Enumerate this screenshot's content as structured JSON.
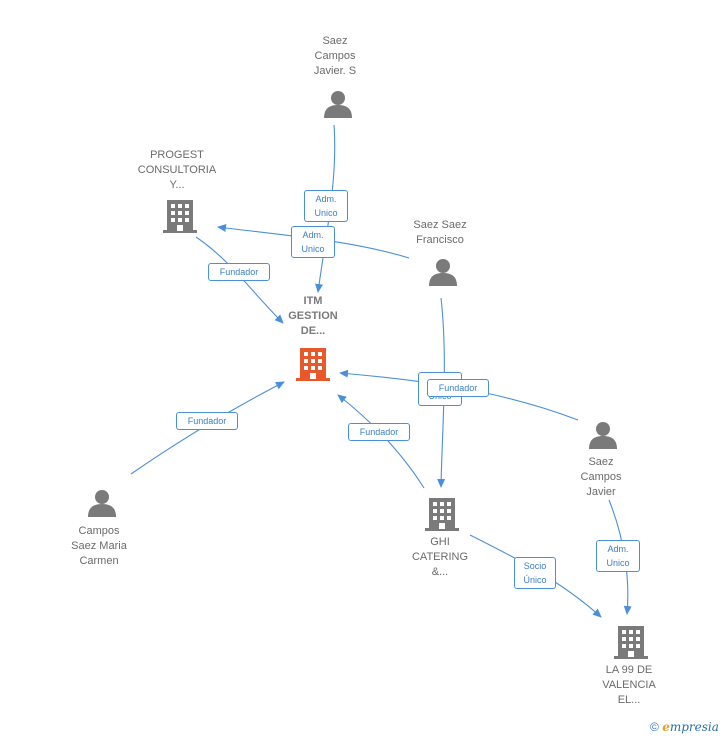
{
  "nodes": {
    "itm": {
      "lines": [
        "ITM",
        "GESTION",
        "DE..."
      ]
    },
    "progest": {
      "lines": [
        "PROGEST",
        "CONSULTORIA",
        "Y..."
      ]
    },
    "saez_campos_javier_s": {
      "lines": [
        "Saez",
        "Campos",
        "Javier.  S"
      ]
    },
    "saez_saez_francisco": {
      "lines": [
        "Saez Saez",
        "Francisco"
      ]
    },
    "saez_campos_javier": {
      "lines": [
        "Saez",
        "Campos",
        "Javier"
      ]
    },
    "campos_saez_maria": {
      "lines": [
        "Campos",
        "Saez Maria",
        "Carmen"
      ]
    },
    "ghi_catering": {
      "lines": [
        "GHI",
        "CATERING",
        "&..."
      ]
    },
    "la99": {
      "lines": [
        "LA 99 DE",
        "VALENCIA",
        "EL..."
      ]
    }
  },
  "edge_labels": {
    "adm_unico_1": [
      "Adm.",
      "Unico"
    ],
    "adm_unico_2": [
      "Adm.",
      "Unico"
    ],
    "fundador_progest": [
      "Fundador"
    ],
    "fundador_campos": [
      "Fundador"
    ],
    "fundador_ghi": [
      "Fundador"
    ],
    "unico_hidden": [
      "Unico"
    ],
    "fundador_javier": [
      "Fundador"
    ],
    "socio_unico": [
      "Socio",
      "Único"
    ],
    "adm_unico_3": [
      "Adm.",
      "Unico"
    ]
  },
  "colors": {
    "edge": "#4a90d9",
    "main_node": "#e8582a",
    "company_node": "#7a7a7a",
    "person_node": "#7a7a7a"
  },
  "icons": {
    "company": "building-icon",
    "person": "person-icon"
  },
  "footer": {
    "copyright_symbol": "©",
    "brand_first": "e",
    "brand_rest": "mpresia"
  }
}
